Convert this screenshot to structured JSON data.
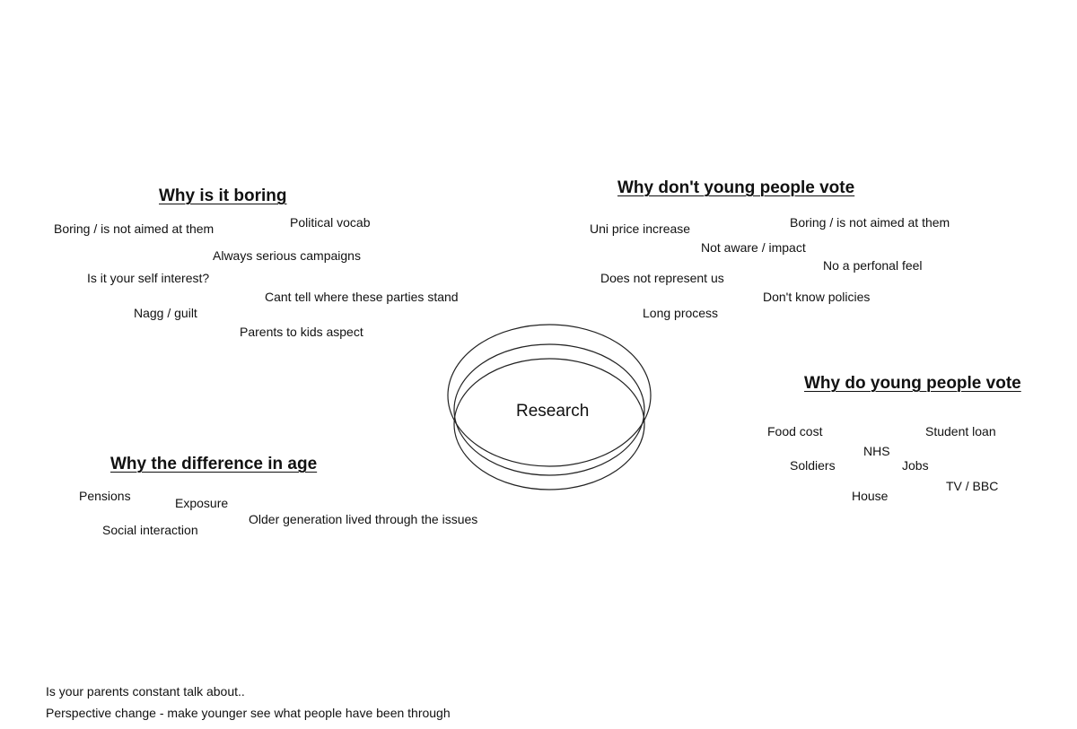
{
  "sections": {
    "boring": {
      "heading": "Why is it boring",
      "items": [
        "Boring / is not aimed at them",
        "Political vocab",
        "Always serious campaigns",
        "Is it your self interest?",
        "Cant tell where these parties stand",
        "Nagg / guilt",
        "Parents to kids aspect"
      ]
    },
    "dont_vote": {
      "heading": "Why don't young people vote",
      "items": [
        "Uni price increase",
        "Boring / is not aimed at them",
        "Not aware / impact",
        "No a perfonal feel",
        "Does not represent us",
        "Don't know policies",
        "Long process"
      ]
    },
    "do_vote": {
      "heading": "Why do young people vote",
      "items": [
        "Food cost",
        "Student loan",
        "NHS",
        "Soldiers",
        "Jobs",
        "TV / BBC",
        "House"
      ]
    },
    "age": {
      "heading": "Why the difference in age",
      "items": [
        "Pensions",
        "Exposure",
        "Older generation lived through the issues",
        "Social interaction"
      ]
    }
  },
  "center_label": "Research",
  "footer": {
    "line1": "Is your parents constant talk about..",
    "line2": "Perspective change - make younger see what people have been through"
  }
}
